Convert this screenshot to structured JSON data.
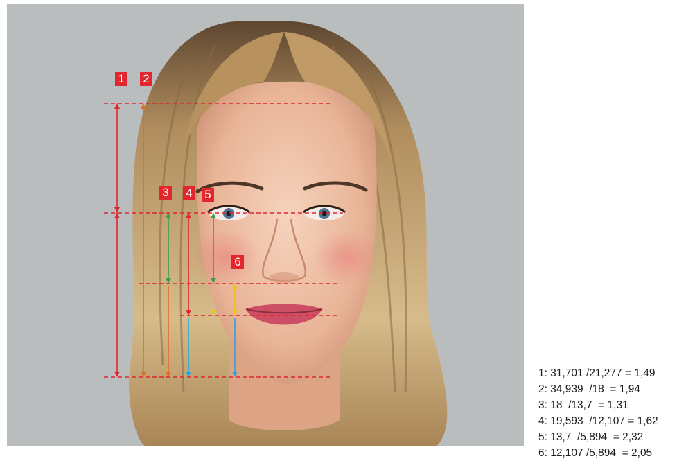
{
  "markers": [
    "1",
    "2",
    "3",
    "4",
    "5",
    "6"
  ],
  "ratios": [
    "1: 31,701 /21,277 = 1,49",
    "2: 34,939  /18  = 1,94",
    "3: 18  /13,7  = 1,31",
    "4: 19,593  /12,107 = 1,62",
    "5: 13,7  /5,894  = 2,32",
    "6: 12,107 /5,894  = 2,05"
  ],
  "colors": {
    "background": "#b9bdbd",
    "marker": "#e1262d",
    "guide_line": "#e1262d",
    "measure_1": "#e1262d",
    "measure_2": "#e36d22",
    "measure_3": "#3f9a4a",
    "measure_4": "#e1262d",
    "measure_5": "#f0c21a",
    "measure_6": "#2ba5d8"
  }
}
